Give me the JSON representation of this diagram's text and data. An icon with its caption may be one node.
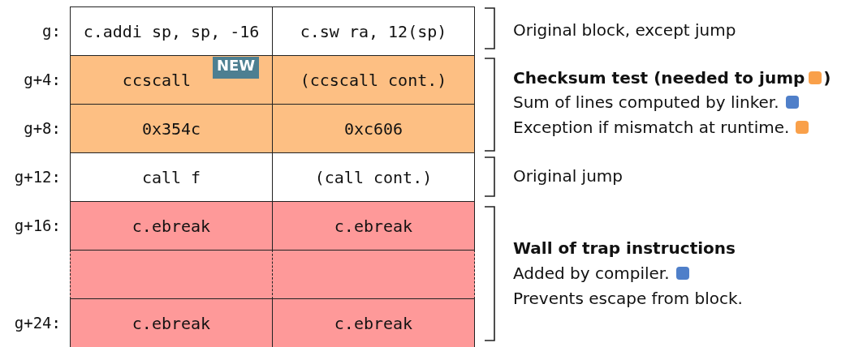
{
  "diagram": {
    "labels": [
      "g:",
      "c.addi sp, sp, -16",
      "c.sw ra, 12(sp)",
      "Original block, except jump",
      "g+4:",
      "ccscall",
      "NEW",
      "(ccscall cont.)",
      "Checksum test (needed to jump )",
      "Sum of lines computed by linker.",
      "g+8:",
      "0x354c",
      "0xc606",
      "Exception if mismatch at runtime.",
      "g+12:",
      "call f",
      "(call cont.)",
      "Original jump",
      "g+16:",
      "c.ebreak",
      "c.ebreak",
      "Wall of trap instructions",
      "Added by compiler.",
      "Prevents escape from block.",
      "g+24:",
      "c.ebreak",
      "c.ebreak"
    ]
  }
}
